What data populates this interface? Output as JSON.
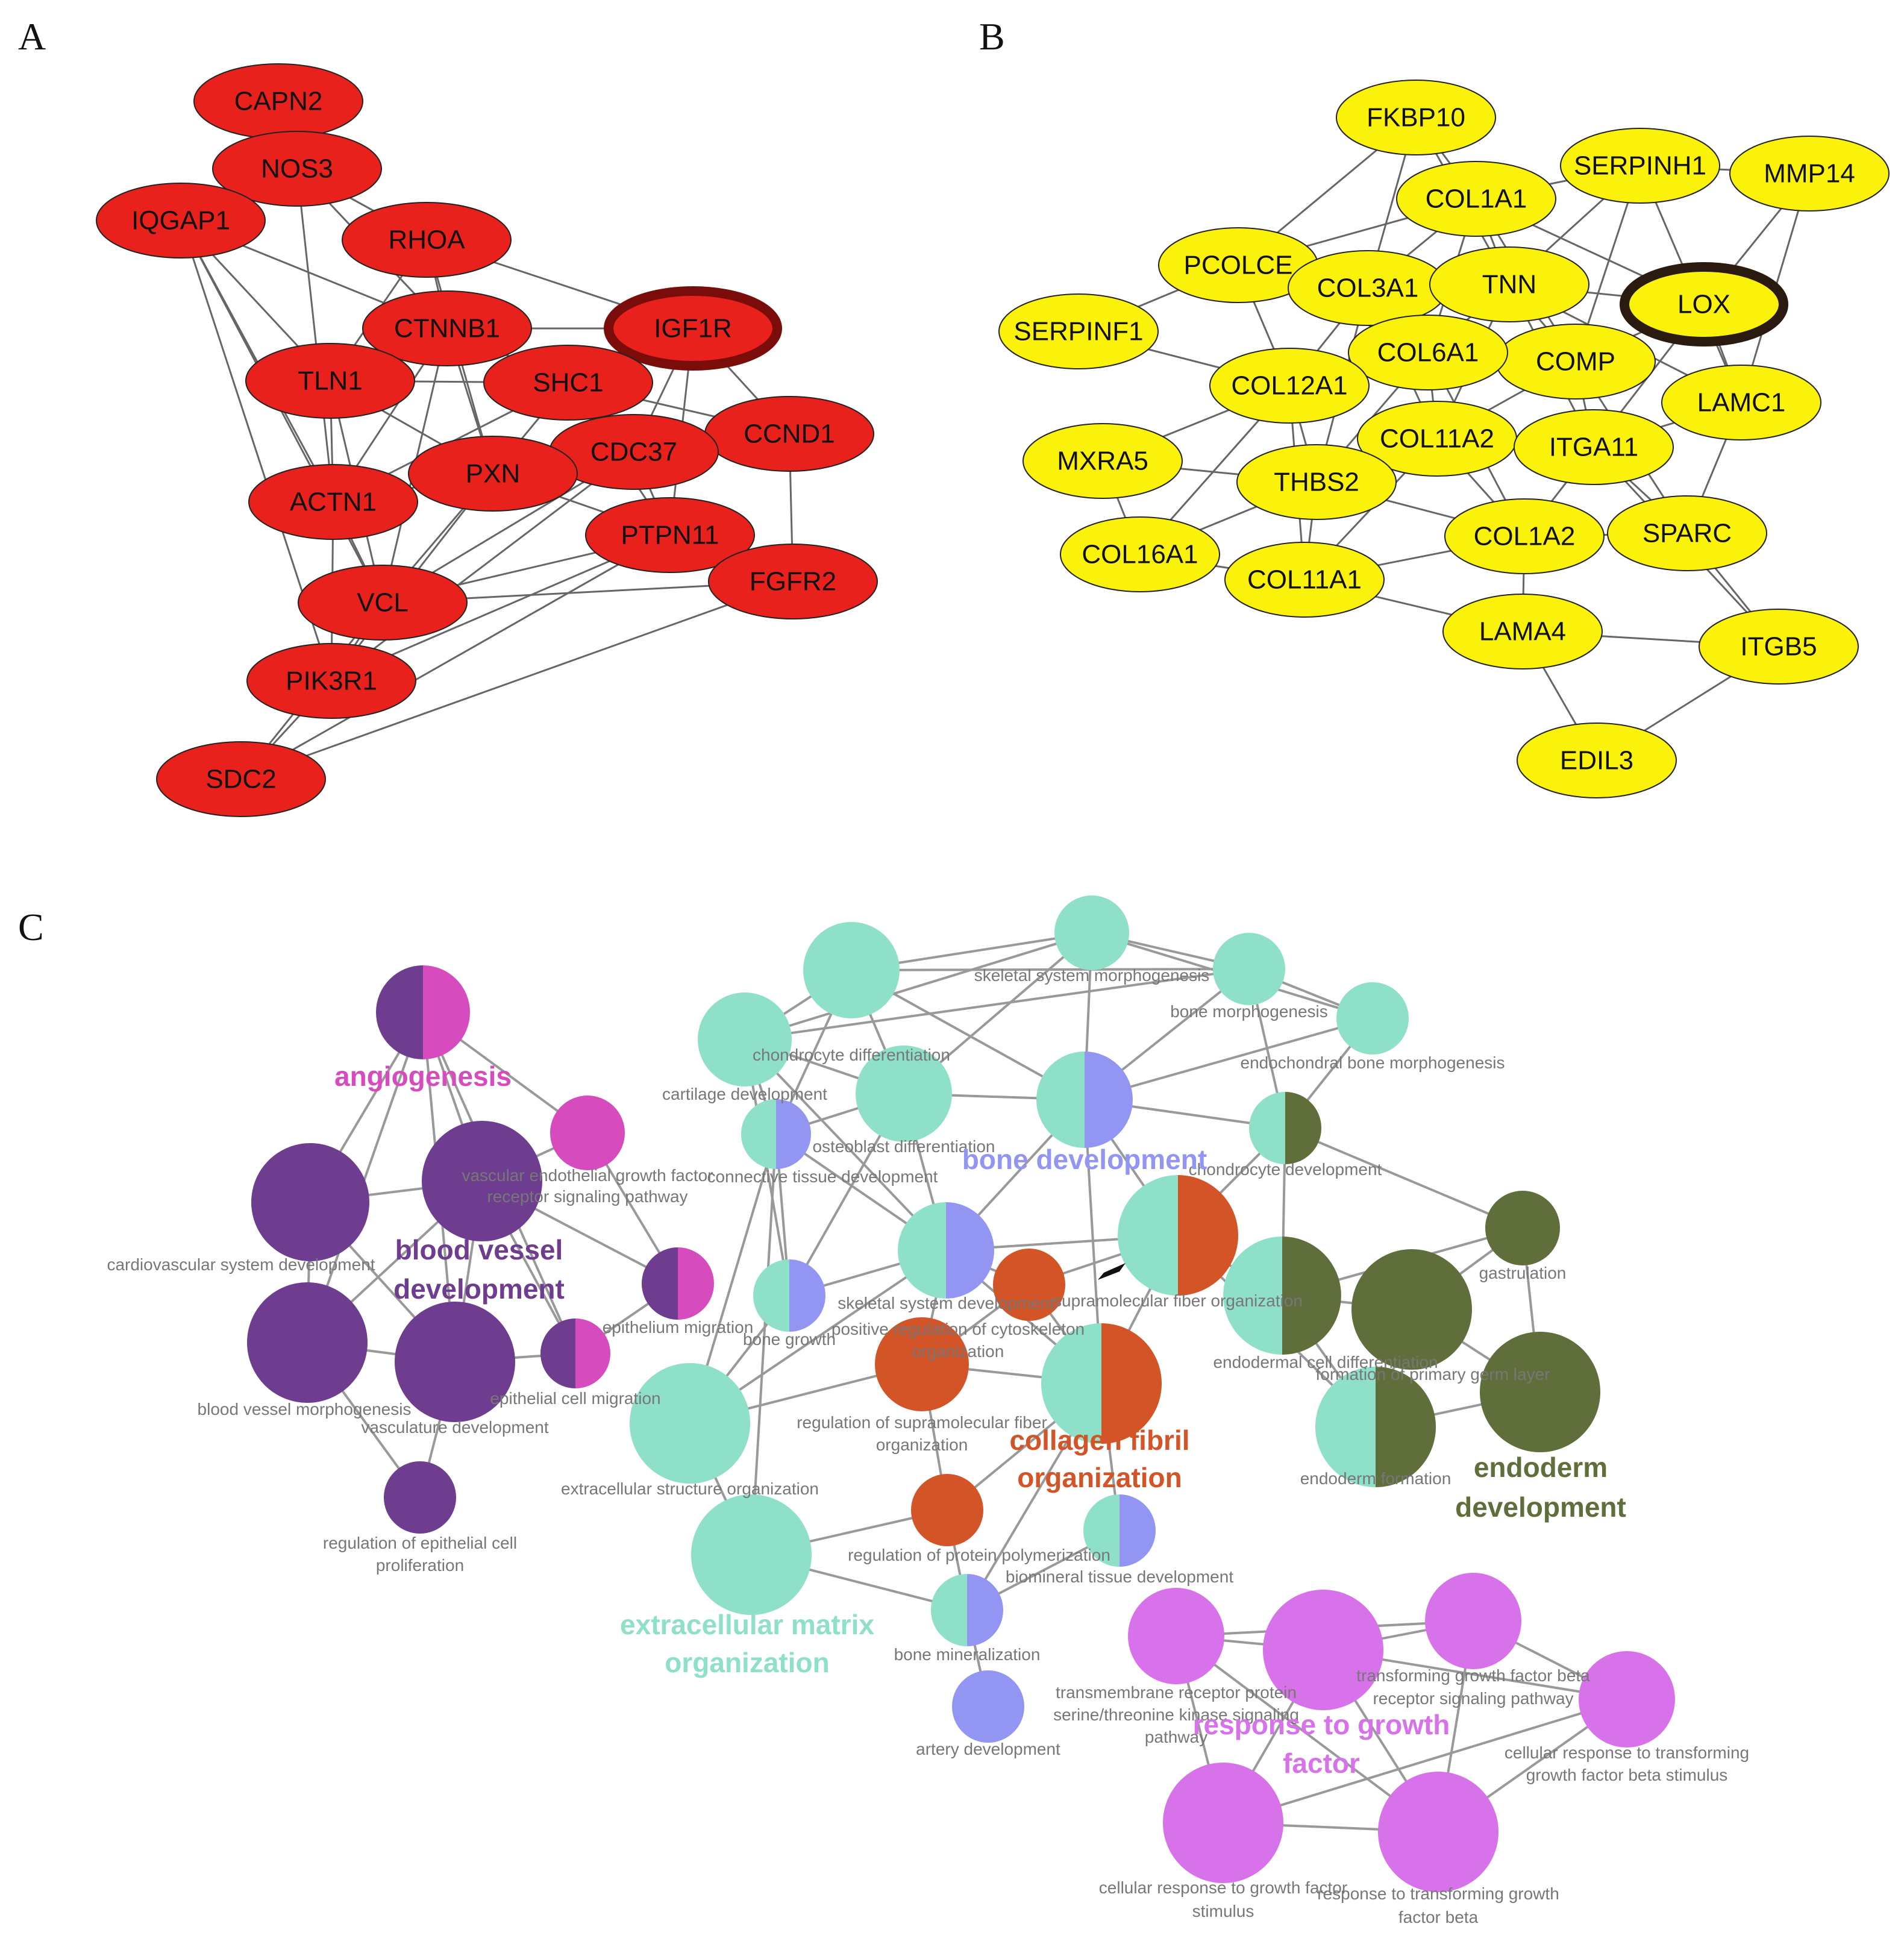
{
  "panels": {
    "A": "A",
    "B": "B",
    "C": "C"
  },
  "colors": {
    "red": "#e8211d",
    "yellow": "#fbf20c",
    "purple": "#6e3d8f",
    "magenta": "#d64bbd",
    "teal": "#8fe0c8",
    "blue": "#9296f2",
    "orange": "#d35427",
    "olive": "#5f6e3a",
    "violet": "#d772ea"
  },
  "networkA": {
    "nodes": [
      "CAPN2",
      "NOS3",
      "IQGAP1",
      "RHOA",
      "CTNNB1",
      "IGF1R",
      "TLN1",
      "SHC1",
      "CCND1",
      "CDC37",
      "PXN",
      "ACTN1",
      "PTPN11",
      "FGFR2",
      "VCL",
      "PIK3R1",
      "SDC2"
    ],
    "highlight": "IGF1R"
  },
  "networkB": {
    "nodes": [
      "FKBP10",
      "SERPINH1",
      "MMP14",
      "COL1A1",
      "PCOLCE",
      "COL3A1",
      "TNN",
      "LOX",
      "SERPINF1",
      "COMP",
      "COL6A1",
      "COL12A1",
      "LAMC1",
      "MXRA5",
      "COL11A2",
      "ITGA11",
      "THBS2",
      "SPARC",
      "COL16A1",
      "COL1A2",
      "COL11A1",
      "LAMA4",
      "ITGB5",
      "EDIL3"
    ],
    "highlight": "LOX"
  },
  "networkC": {
    "clusters": [
      {
        "name": "angiogenesis",
        "color": "magenta"
      },
      {
        "name": "blood vessel",
        "name2": "development",
        "color": "purple"
      },
      {
        "name": "bone development",
        "color": "blue"
      },
      {
        "name": "collagen fibril",
        "name2": "organization",
        "color": "orange"
      },
      {
        "name": "endoderm",
        "name2": "development",
        "color": "olive"
      },
      {
        "name": "extracellular matrix",
        "name2": "organization",
        "color": "teal"
      },
      {
        "name": "response to growth",
        "name2": "factor",
        "color": "violet"
      }
    ],
    "terms": [
      "skeletal system morphogenesis",
      "bone morphogenesis",
      "chondrocyte differentiation",
      "endochondral bone morphogenesis",
      "cartilage development",
      "osteoblast differentiation",
      "connective tissue development",
      "chondrocyte development",
      "vascular endothelial growth factor",
      "receptor signaling pathway",
      "cardiovascular system development",
      "epithelium migration",
      "skeletal system development",
      "supramolecular fiber organization",
      "gastrulation",
      "bone growth",
      "positive regulation of cytoskeleton",
      "organization",
      "endodermal cell differentiation",
      "formation of primary germ layer",
      "epithelial cell migration",
      "blood vessel morphogenesis",
      "vasculature development",
      "regulation of supramolecular fiber",
      "organization",
      "endoderm formation",
      "extracellular structure organization",
      "regulation of epithelial cell",
      "proliferation",
      "regulation of protein polymerization",
      "biomineral tissue development",
      "bone mineralization",
      "transmembrane receptor protein",
      "serine/threonine kinase signaling",
      "pathway",
      "transforming growth factor beta",
      "receptor signaling pathway",
      "artery development",
      "cellular response to transforming",
      "growth factor beta stimulus",
      "cellular response to growth factor",
      "stimulus",
      "response to transforming growth",
      "factor beta"
    ]
  }
}
